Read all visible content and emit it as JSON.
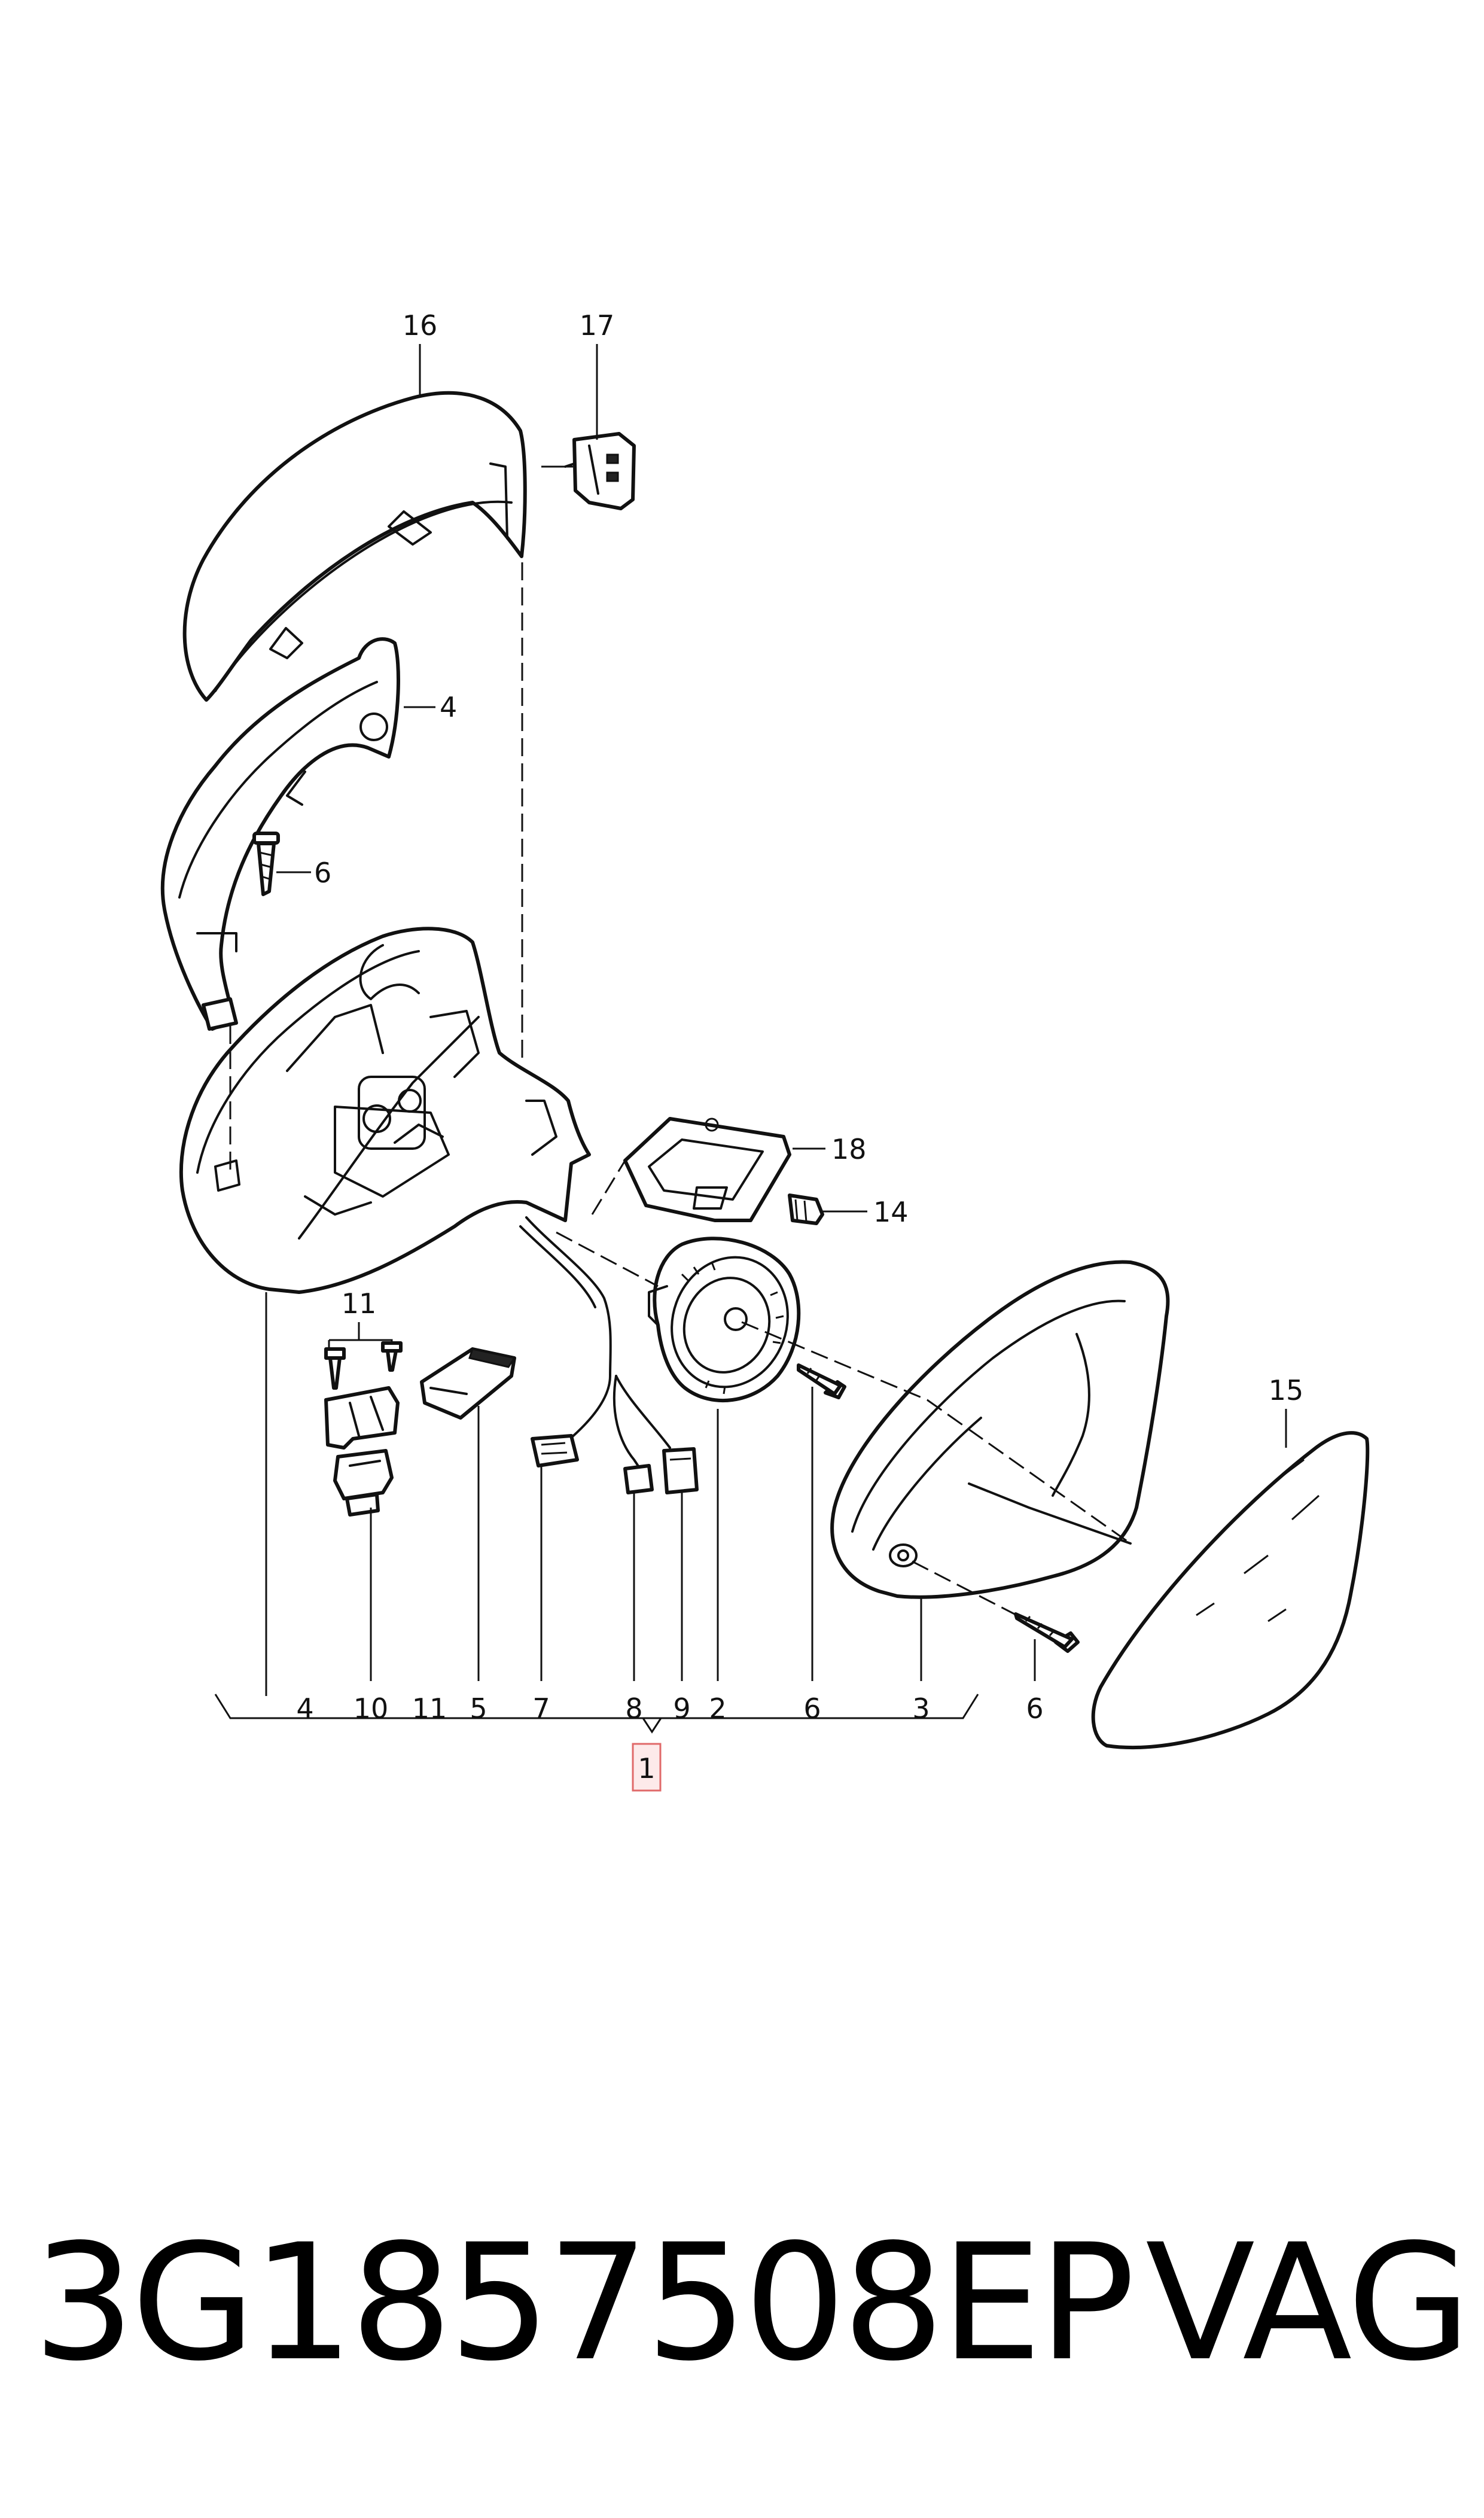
{
  "callouts": {
    "n16": "16",
    "n17": "17",
    "n4_top": "4",
    "n6_top": "6",
    "n18": "18",
    "n14": "14",
    "n11_top": "11",
    "n15": "15",
    "row_4": "4",
    "row_10": "10",
    "row_11": "11",
    "row_5": "5",
    "row_7": "7",
    "row_8": "8",
    "row_9": "9",
    "row_2": "2",
    "row_6a": "6",
    "row_3": "3",
    "row_6b": "6",
    "assembly": "1"
  },
  "footer": {
    "part_number": "3G1857508EP",
    "brand": "VAG"
  },
  "colors": {
    "line": "#111111",
    "assembly_box_fill": "#fdeaea",
    "assembly_box_border": "#e06a6a"
  },
  "icons": [
    "mirror-cap",
    "cap-clip",
    "turn-signal-light",
    "screw",
    "mirror-housing",
    "trim-frame",
    "adjustment-motor",
    "mirror-glass-carrier",
    "mirror-glass",
    "wiring-harness",
    "connector",
    "sensor",
    "puddle-lamp-socket"
  ]
}
